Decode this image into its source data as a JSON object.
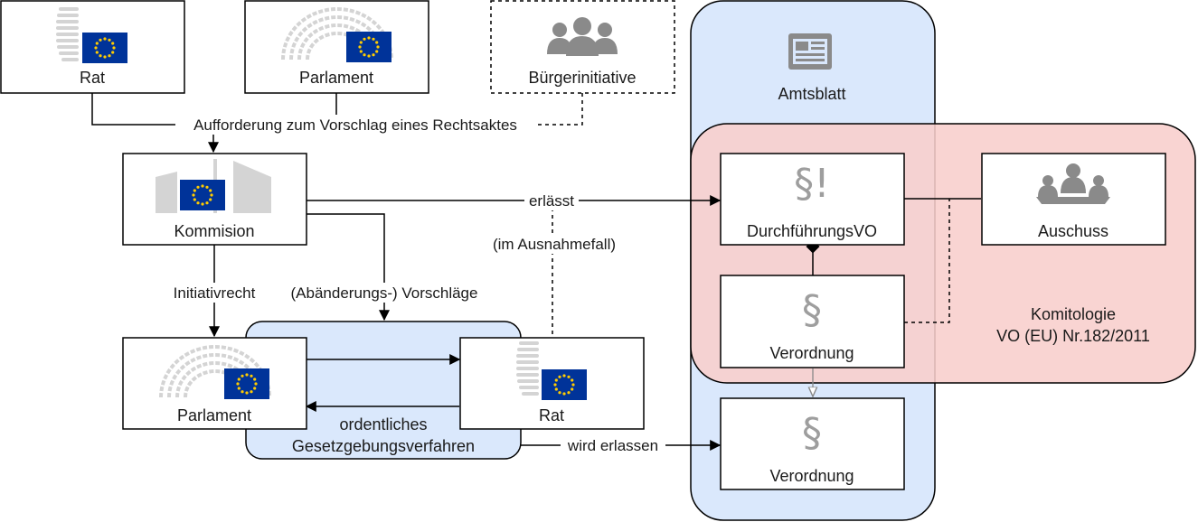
{
  "nodes": {
    "rat_top": "Rat",
    "parlament_top": "Parlament",
    "buergerinitiative": "Bürgerinitiative",
    "amtsblatt": "Amtsblatt",
    "kommision": "Kommision",
    "parlament_bottom": "Parlament",
    "rat_bottom": "Rat",
    "durchfuehrungsvo": "DurchführungsVO",
    "verordnung_middle": "Verordnung",
    "verordnung_bottom": "Verordnung",
    "auschuss": "Auschuss"
  },
  "symbols": {
    "durchfuehrungsvo": "§!",
    "verordnung_middle": "§",
    "verordnung_bottom": "§"
  },
  "regions": {
    "gesetzgebung_line1": "ordentliches",
    "gesetzgebung_line2": "Gesetzgebungsverfahren",
    "komitologie_line1": "Komitologie",
    "komitologie_line2": "VO (EU) Nr.182/2011"
  },
  "edge_labels": {
    "aufforderung": "Aufforderung zum Vorschlag eines Rechtsaktes",
    "erlaesst": "erlässt",
    "ausnahmefall": "(im Ausnahmefall)",
    "initiativrecht": "Initiativrecht",
    "vorschlaege": "(Abänderungs-) Vorschläge",
    "wird_erlassen": "wird erlassen"
  },
  "colors": {
    "amtsblatt_fill": "#dae8fc",
    "komitologie_fill": "#f8cecc",
    "gesetzgebung_fill": "#dae8fc",
    "eu_flag_blue": "#003399",
    "eu_flag_stars": "#ffcc00",
    "icon_grey": "#8a8a8a"
  },
  "icons": {
    "group": "group-icon",
    "newspaper": "newspaper-icon",
    "meeting": "meeting-icon",
    "council": "council-building-icon",
    "hemicycle": "hemicycle-icon",
    "commission": "commission-building-icon"
  }
}
